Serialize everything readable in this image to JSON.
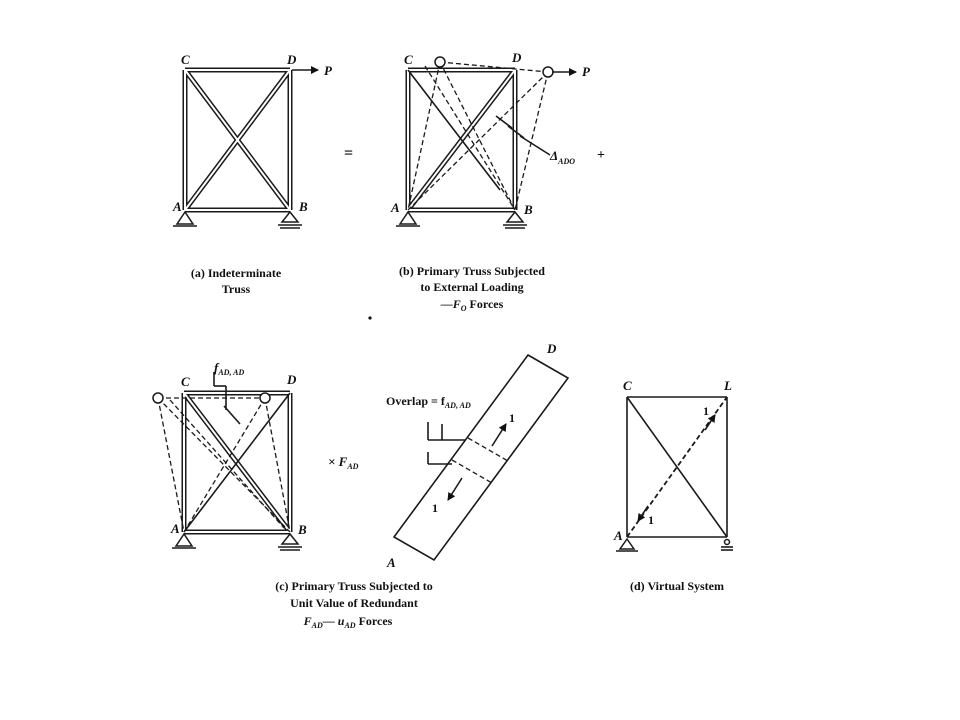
{
  "panel_a": {
    "node_c": "C",
    "node_d": "D",
    "node_a": "A",
    "node_b": "B",
    "load": "P",
    "caption_line1": "(a) Indeterminate",
    "caption_line2": "Truss"
  },
  "equals_sign": "=",
  "panel_b": {
    "node_c": "C",
    "node_d": "D",
    "node_a": "A",
    "node_b": "B",
    "load": "P",
    "delta_symbol": "Δ",
    "delta_sub": "ADO",
    "plus_sign": "+",
    "caption_line1": "(b) Primary Truss Subjected",
    "caption_line2": "to External Loading",
    "caption_line3_main": "—F",
    "caption_line3_sub": "O",
    "caption_line3_tail": " Forces"
  },
  "panel_c": {
    "node_c": "C",
    "node_d": "D",
    "node_a": "A",
    "node_b": "B",
    "f_main": "f",
    "f_sub": "AD, AD",
    "times_main": "× F",
    "times_sub": "AD",
    "caption_line1": "(c) Primary Truss Subjected to",
    "caption_line2": "Unit Value of Redundant",
    "caption_line3_a": "F",
    "caption_line3_a_sub": "AD",
    "caption_line3_b": "— u",
    "caption_line3_b_sub": "AD",
    "caption_line3_tail": " Forces"
  },
  "member_detail": {
    "end_d": "D",
    "end_a": "A",
    "overlap_main": "Overlap = f",
    "overlap_sub": "AD, AD",
    "unit_upper": "1",
    "unit_lower": "1"
  },
  "panel_d": {
    "node_c": "C",
    "node_d": "L",
    "node_a": "A",
    "unit_upper": "1",
    "unit_lower": "1",
    "caption": "(d) Virtual System"
  }
}
